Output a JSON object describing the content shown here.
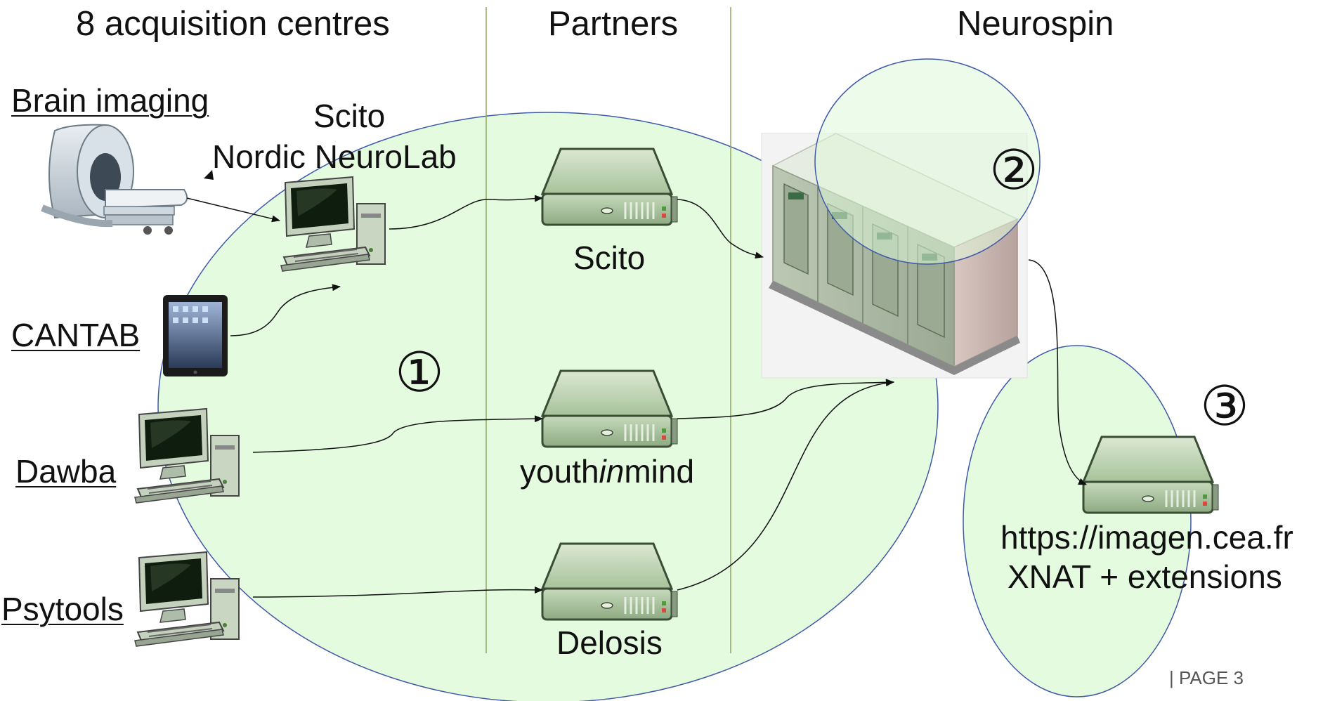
{
  "columns": {
    "acquisition": "8 acquisition centres",
    "partners": "Partners",
    "neurospin": "Neurospin"
  },
  "sources": {
    "brain_imaging": "Brain imaging",
    "cantab": "CANTAB",
    "dawba": "Dawba",
    "psytools": "Psytools"
  },
  "scito_station": {
    "line1": "Scito",
    "line2": "Nordic NeuroLab"
  },
  "partner_servers": {
    "scito": "Scito",
    "youthinmind_prefix": "youth",
    "youthinmind_italic": "in",
    "youthinmind_suffix": "mind",
    "delosis": "Delosis"
  },
  "final_server": {
    "url": "https://imagen.cea.fr",
    "subtitle": "XNAT + extensions"
  },
  "steps": {
    "one": "①",
    "two": "②",
    "three": "③"
  },
  "footer": {
    "page": "|  PAGE 3"
  },
  "colors": {
    "ellipse_fill": "#e4fbe0",
    "ellipse_stroke": "#3f5aa8",
    "divider": "#93a860",
    "server_body": "#b5cdaa",
    "monitor_screen": "#10200f"
  }
}
